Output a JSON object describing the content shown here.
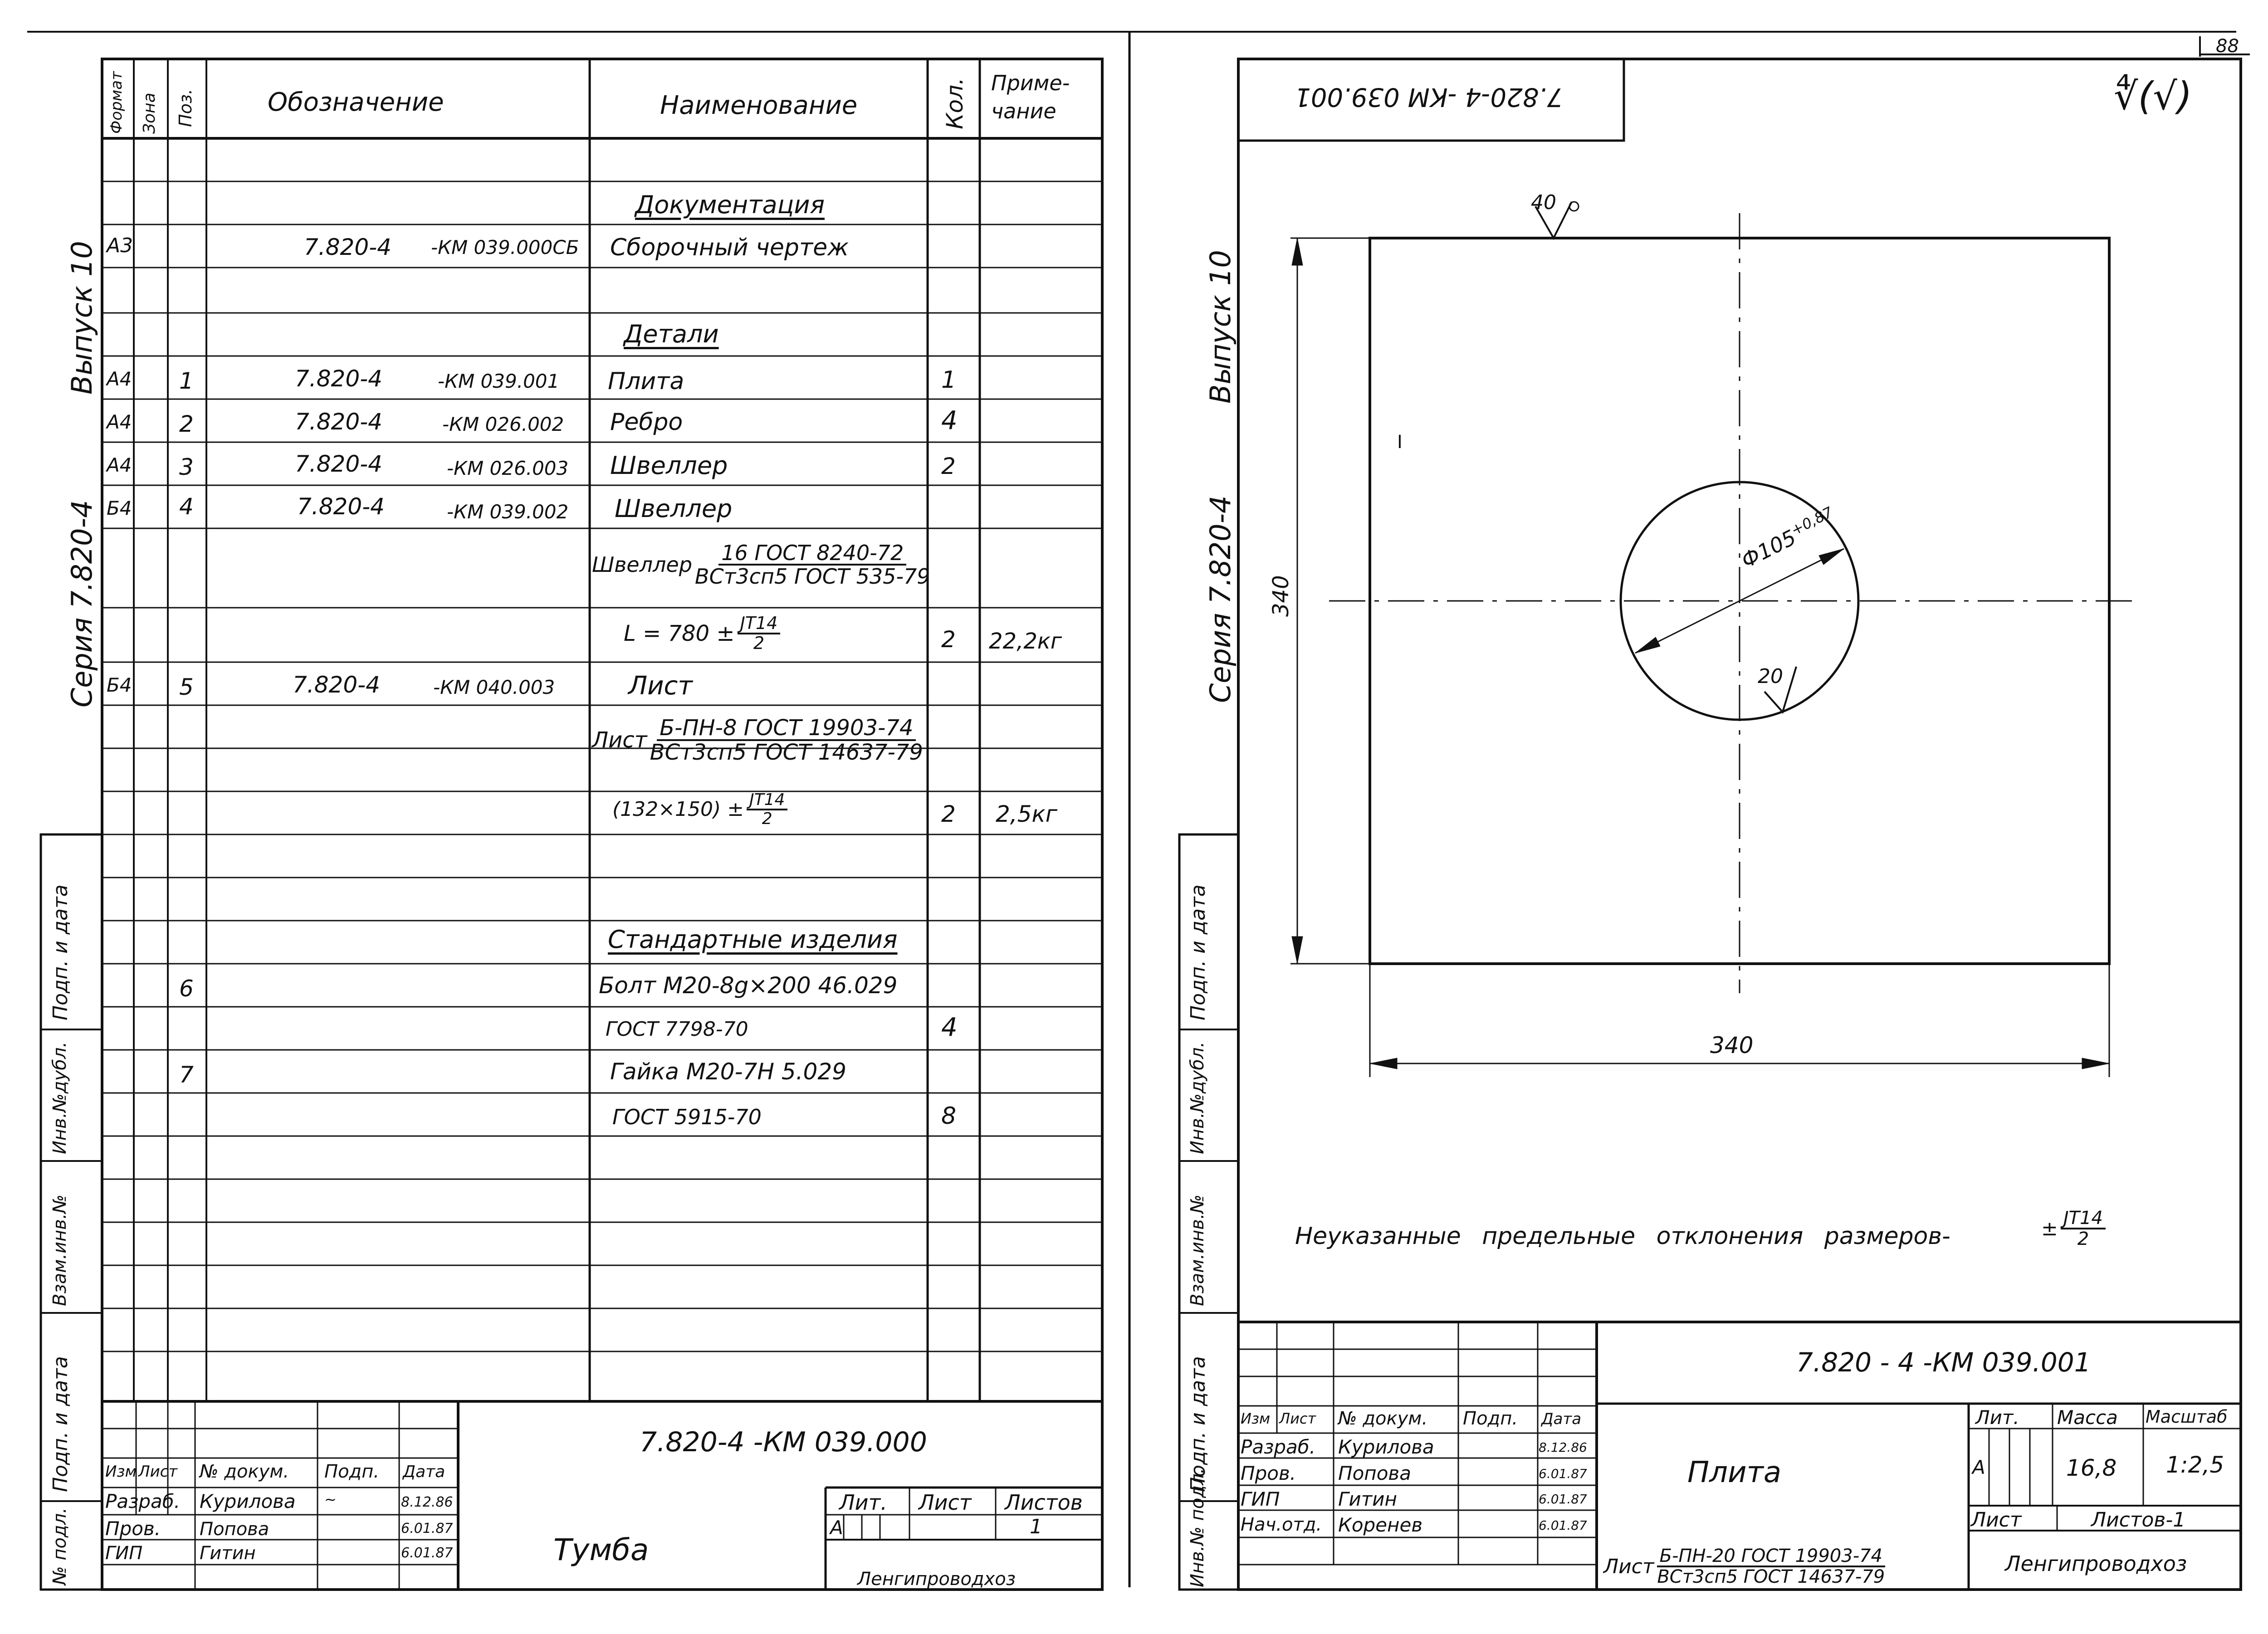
{
  "page_number": "88",
  "left_sheet": {
    "side_labels": {
      "issue": "Выпуск 10",
      "series": "Серия 7.820-4"
    },
    "margin_labels": [
      "Подп. и дата",
      "Инв.№дубл.",
      "Взам.инв.№",
      "Подп. и дата",
      "№ подл."
    ],
    "headers": {
      "format": "Формат",
      "zone": "Зона",
      "pos": "Поз.",
      "designation": "Обозначение",
      "name": "Наименование",
      "qty": "Кол.",
      "note_l1": "Приме-",
      "note_l2": "чание"
    },
    "rows": [
      {
        "name": "Документация",
        "underline": true
      },
      {
        "format": "А3",
        "des_a": "7.820-4",
        "des_b": "-КМ 039.000СБ",
        "name": "Сборочный чертеж"
      },
      {
        "name": "Детали",
        "underline": true
      },
      {
        "format": "А4",
        "pos": "1",
        "des_a": "7.820-4",
        "des_b": "-КМ 039.001",
        "name": "Плита",
        "qty": "1"
      },
      {
        "format": "А4",
        "pos": "2",
        "des_a": "7.820-4",
        "des_b": "-КМ 026.002",
        "name": "Ребро",
        "qty": "4"
      },
      {
        "format": "А4",
        "pos": "3",
        "des_a": "7.820-4",
        "des_b": "-КМ 026.003",
        "name": "Швеллер",
        "qty": "2"
      },
      {
        "format": "Б4",
        "pos": "4",
        "des_a": "7.820-4",
        "des_b": "-КМ 039.002",
        "name": "Швеллер"
      },
      {
        "frac_lead": "Швеллер",
        "frac_num": "16 ГОСТ 8240-72",
        "frac_den": "ВСт3сп5 ГОСТ 535-79"
      },
      {
        "frac_lead": "L = 780 ±",
        "frac_num": "JT14",
        "frac_den": "2",
        "qty": "2",
        "note": "22,2кг"
      },
      {
        "format": "Б4",
        "pos": "5",
        "des_a": "7.820-4",
        "des_b": "-КМ 040.003",
        "name": "Лист"
      },
      {
        "frac_lead": "Лист",
        "frac_num": "Б-ПН-8 ГОСТ 19903-74",
        "frac_den": "ВСт3сп5 ГОСТ 14637-79"
      },
      {
        "frac_lead": "(132×150) ±",
        "frac_num": "JT14",
        "frac_den": "2",
        "qty": "2",
        "note": "2,5кг"
      },
      {
        "name": "Стандартные изделия",
        "underline": true
      },
      {
        "pos": "6",
        "name": "Болт М20-8g×200 46.029"
      },
      {
        "name": "ГОСТ 7798-70",
        "qty": "4"
      },
      {
        "pos": "7",
        "name": "Гайка М20-7Н 5.029"
      },
      {
        "name": "ГОСТ 5915-70",
        "qty": "8"
      }
    ],
    "title_block": {
      "designation": "7.820-4      -КМ 039.000",
      "col_heads": [
        "Изм",
        "Лист",
        "№ докум.",
        "Подп.",
        "Дата"
      ],
      "people": [
        {
          "role": "Разраб.",
          "name": "Курилова",
          "date": "8.12.86"
        },
        {
          "role": "Пров.",
          "name": "Попова",
          "date": "6.01.87"
        },
        {
          "role": "ГИП",
          "name": "Гитин",
          "date": "6.01.87"
        }
      ],
      "lit": "Лит.",
      "sheet": "Лист",
      "sheets": "Листов",
      "lit_value": "А",
      "sheets_value": "1",
      "title": "Тумба",
      "org": "Ленгипроводхоз"
    }
  },
  "right_sheet": {
    "stamp_rotated": "7.820-4 -КМ 039.001",
    "surface_mark": "∜(√)",
    "side_labels": {
      "issue": "Выпуск 10",
      "series": "Серия 7.820-4"
    },
    "margin_labels": [
      "Подп. и дата",
      "Инв.№дубл.",
      "Взам.инв.№",
      "Подп. и дата",
      "Инв.№ подл."
    ],
    "drawing": {
      "roughness_top": "40",
      "roughness_hole": "20",
      "dim_height": "340",
      "dim_width": "340",
      "hole_dim": "Ф105",
      "hole_tol": "+0,87",
      "small_mark": "I"
    },
    "note_text": "Неуказанные предельные отклонения размеров-",
    "note_frac_lead": "±",
    "note_frac_num": "JT14",
    "note_frac_den": "2",
    "title_block": {
      "designation": "7.820 - 4   -КМ 039.001",
      "col_heads": [
        "Изм",
        "Лист",
        "№ докум.",
        "Подп.",
        "Дата"
      ],
      "people": [
        {
          "role": "Разраб.",
          "name": "Курилова",
          "date": "8.12.86"
        },
        {
          "role": "Пров.",
          "name": "Попова",
          "date": "6.01.87"
        },
        {
          "role": "ГИП",
          "name": "Гитин",
          "date": "6.01.87"
        },
        {
          "role": "Нач.отд.",
          "name": "Коренев",
          "date": "6.01.87"
        }
      ],
      "lit": "Лит.",
      "mass": "Масса",
      "scale": "Масштаб",
      "lit_value": "А",
      "mass_value": "16,8",
      "scale_value": "1:2,5",
      "sheet": "Лист",
      "sheets": "Листов-1",
      "title": "Плита",
      "material_lead": "Лист",
      "material_num": "Б-ПН-20 ГОСТ 19903-74",
      "material_den": "ВСт3сп5 ГОСТ 14637-79",
      "org": "Ленгипроводхоз"
    }
  }
}
